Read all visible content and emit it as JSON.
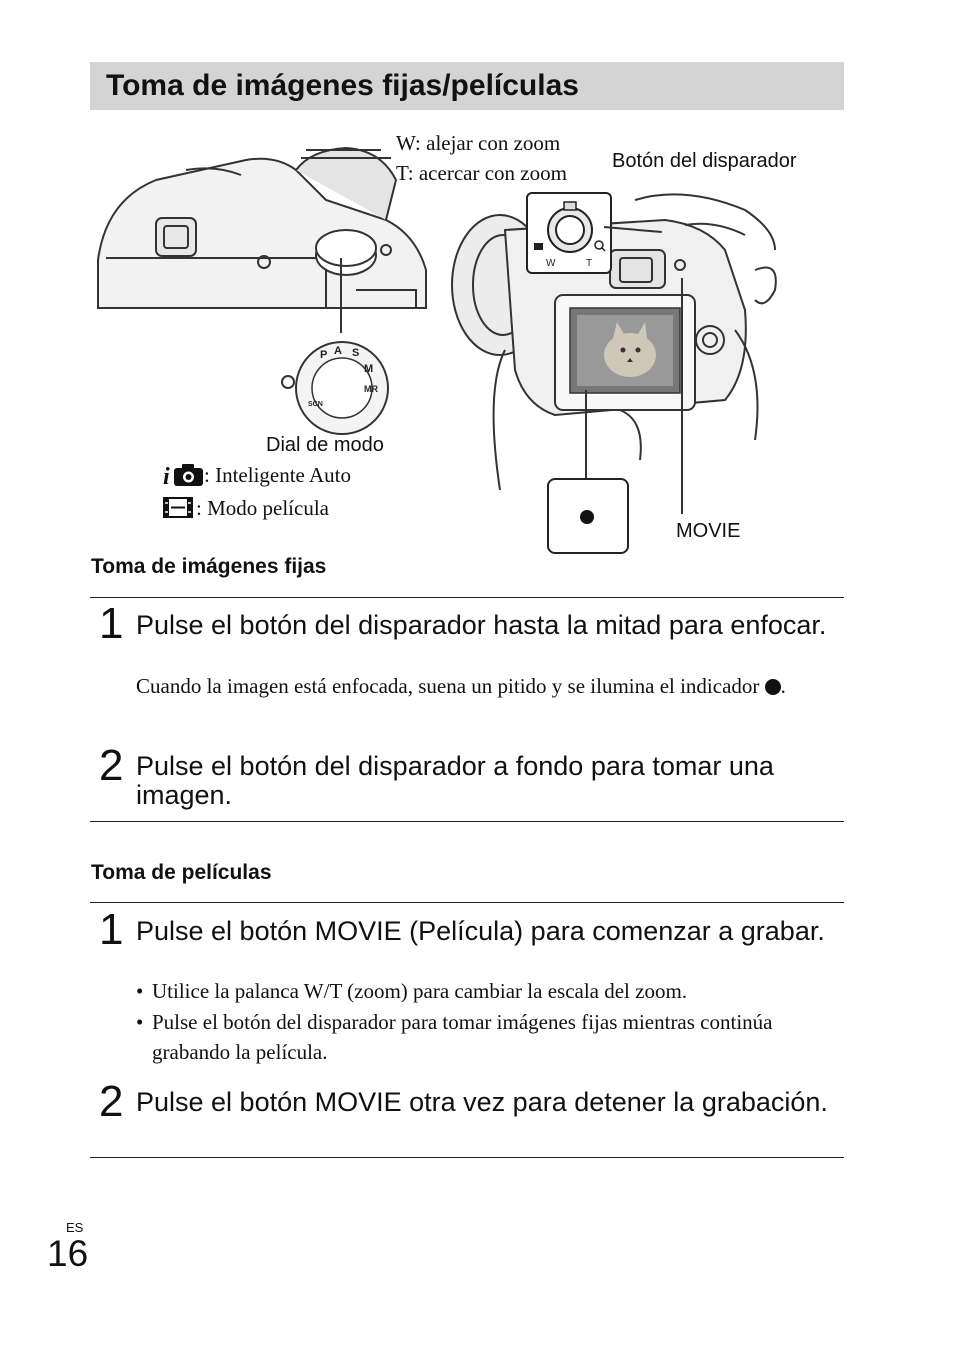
{
  "section": {
    "title": "Toma de imágenes fijas/películas"
  },
  "figure": {
    "zoom_w": "W: alejar con zoom",
    "zoom_t": "T: acercar con zoom",
    "shutter_label": "Botón del disparador",
    "dial_label": "Dial de modo",
    "intelligent_auto": ": Inteligente Auto",
    "movie_mode": ": Modo película",
    "movie_label": "MOVIE",
    "lever_w": "W",
    "lever_t": "T",
    "dial_marks": [
      "P",
      "A",
      "S",
      "M",
      "MR",
      "SCN"
    ]
  },
  "still": {
    "heading": "Toma de imágenes fijas",
    "step1_num": "1",
    "step1_text": "Pulse el botón del disparador hasta la mitad para enfocar.",
    "step1_note": "Cuando la imagen está enfocada, suena un pitido y se ilumina el indicador",
    "step1_note_end": ".",
    "step2_num": "2",
    "step2_text": "Pulse el botón del disparador a fondo para tomar una imagen."
  },
  "movie": {
    "heading": "Toma de películas",
    "step1_num": "1",
    "step1_text": "Pulse el botón MOVIE (Película) para comenzar a grabar.",
    "bullet1": "Utilice la palanca W/T (zoom) para cambiar la escala del zoom.",
    "bullet2": "Pulse el botón del disparador para tomar imágenes fijas mientras continúa grabando la película.",
    "step2_num": "2",
    "step2_text": "Pulse el botón MOVIE otra vez para detener la grabación."
  },
  "footer": {
    "lang": "ES",
    "page": "16"
  }
}
